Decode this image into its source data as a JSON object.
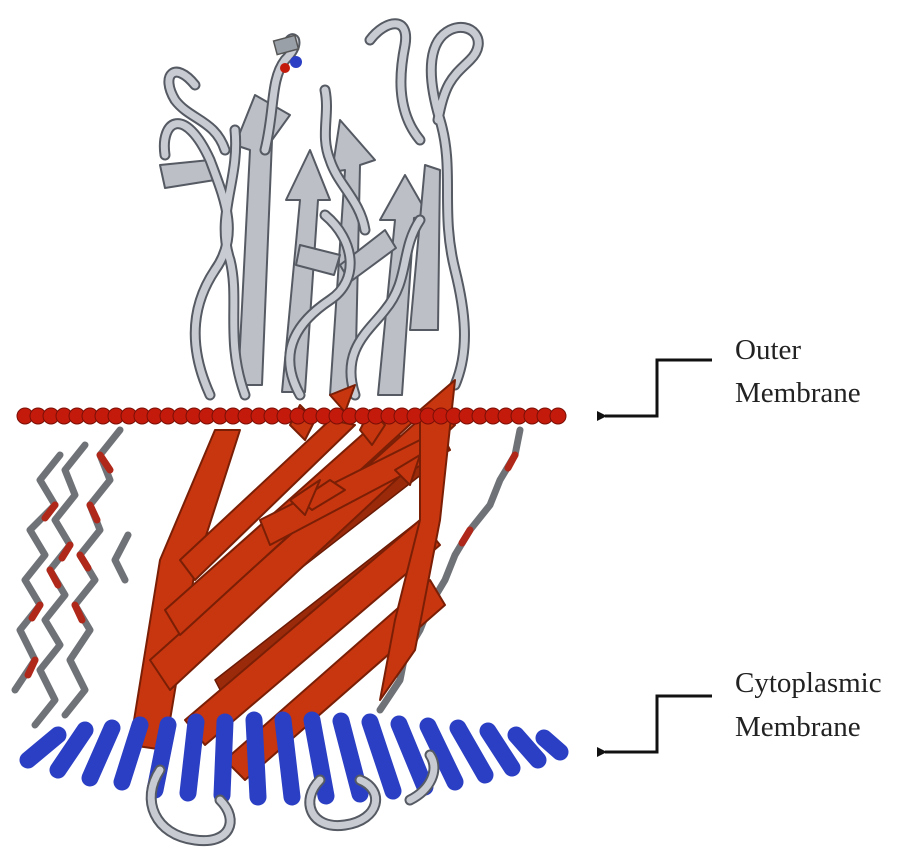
{
  "labels": {
    "outer_line1": "Outer",
    "outer_line2": "Membrane",
    "cyto_line1": "Cytoplasmic",
    "cyto_line2": "Membrane"
  },
  "colors": {
    "extracellular_loops": "#bcbfc6",
    "loop_outline": "#555a63",
    "barrel": "#c7360f",
    "barrel_dark": "#8a2208",
    "outer_membrane_beads": "#c41a0c",
    "cytoplasmic_membrane": "#2b3fc4",
    "lipid_chain": "#6f7378",
    "lipid_oxygen": "#b0281a",
    "callout_arrow": "#111111"
  }
}
